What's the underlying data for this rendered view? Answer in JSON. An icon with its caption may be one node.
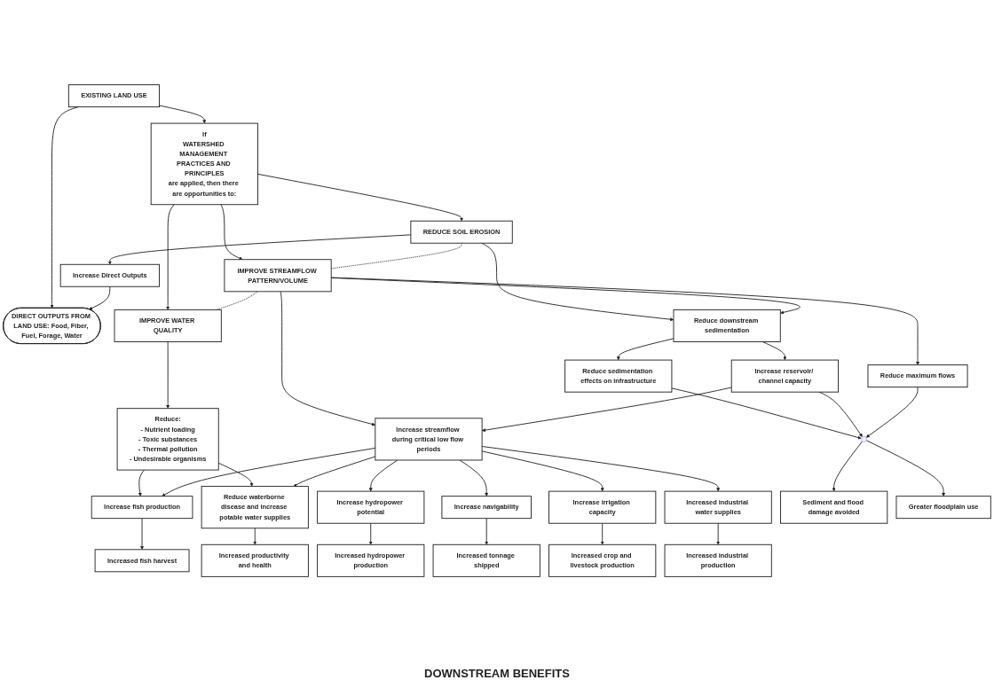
{
  "diagram": {
    "nodes": [
      {
        "text": [
          "DIRECT OUTPUTS FROM LAND USE: Food, Fiber, Fuel, Forage, Water"
        ]
      },
      {
        "text": [
          "EXISTING LAND USE"
        ]
      },
      {
        "text": [
          "If",
          "WATERSHED MANAGEMENT PRACTICES AND PRINCIPLES",
          "are applied, then there are opportunities to:"
        ]
      },
      {
        "text": [
          "Increase Direct Outputs"
        ]
      },
      {
        "text": [
          "REDUCE SOIL EROSION"
        ]
      },
      {
        "text": [
          "IMPROVE STREAMFLOW PATTERN/VOLUME"
        ]
      },
      {
        "text": [
          "IMPROVE WATER QUALITY"
        ]
      },
      {
        "text": [
          "Reduce downstream sedimentation"
        ]
      },
      {
        "text": [
          "Reduce:",
          "- Nutrient loading",
          "- Toxic substances",
          "- Thermal pollution",
          "- Undesirable organisms"
        ]
      },
      {
        "text": [
          "Reduce sedimentation effects on infrastructure"
        ]
      },
      {
        "text": [
          "Increase reservoir/ channel capacity"
        ]
      },
      {
        "text": [
          "Reduce maximum flows"
        ]
      },
      {
        "text": [
          "Increase streamflow during critical low flow periods"
        ]
      },
      {
        "text": [],
        "shape": "circle"
      },
      {
        "text": [
          "Increase hydropower potential"
        ]
      },
      {
        "text": [
          "Increase navigability"
        ]
      },
      {
        "text": [
          "Increase irrigation capacity"
        ]
      },
      {
        "text": [
          "Increased industrial water supplies"
        ]
      },
      {
        "text": [
          "Increase fish production"
        ]
      },
      {
        "text": [
          "Reduce waterborne disease and increase potable water supplies"
        ]
      },
      {
        "text": [
          "Sediment and flood damage avoided"
        ]
      },
      {
        "text": [
          "Greater floodplain use"
        ]
      },
      {
        "text": [
          "Increased hydropower production"
        ]
      },
      {
        "text": [
          "Increased tonnage shipped"
        ]
      },
      {
        "text": [
          "Increased crop and livestock production"
        ]
      },
      {
        "text": [
          "Increased industrial production"
        ]
      },
      {
        "text": [
          "Increased fish harvest"
        ]
      },
      {
        "text": [
          "Increased productivity and health"
        ]
      }
    ],
    "edges": [
      {
        "from": 1,
        "to": 0,
        "arrow": "to"
      },
      {
        "from": 1,
        "to": 2,
        "arrow": "to"
      },
      {
        "from": 2,
        "to": 4,
        "arrow": "to"
      },
      {
        "from": 2,
        "to": 5,
        "arrow": "to"
      },
      {
        "from": 2,
        "to": 6,
        "arrow": "to"
      },
      {
        "from": 4,
        "to": 3,
        "arrow": "to"
      },
      {
        "from": 3,
        "to": 0,
        "arrow": "to"
      },
      {
        "from": 4,
        "to": 5,
        "arrow": "none",
        "style": "dashed"
      },
      {
        "from": 5,
        "to": 6,
        "arrow": "none",
        "style": "dashed"
      },
      {
        "from": 4,
        "to": 7,
        "arrow": "to"
      },
      {
        "from": 5,
        "to": 7,
        "arrow": "to"
      },
      {
        "from": 5,
        "to": 11,
        "arrow": "to"
      },
      {
        "from": 5,
        "to": 12,
        "arrow": "to"
      },
      {
        "from": 6,
        "to": 8,
        "arrow": "to"
      },
      {
        "from": 7,
        "to": 9,
        "arrow": "to"
      },
      {
        "from": 7,
        "to": 10,
        "arrow": "to"
      },
      {
        "from": 9,
        "to": 13,
        "arrow": "to"
      },
      {
        "from": 10,
        "to": 13,
        "arrow": "to"
      },
      {
        "from": 11,
        "to": 13,
        "arrow": "to"
      },
      {
        "from": 10,
        "to": 12,
        "arrow": "to"
      },
      {
        "from": 13,
        "to": 20,
        "arrow": "to"
      },
      {
        "from": 13,
        "to": 21,
        "arrow": "to"
      },
      {
        "from": 12,
        "to": 14,
        "arrow": "to"
      },
      {
        "from": 12,
        "to": 15,
        "arrow": "to"
      },
      {
        "from": 12,
        "to": 16,
        "arrow": "to"
      },
      {
        "from": 12,
        "to": 17,
        "arrow": "to"
      },
      {
        "from": 8,
        "to": 18,
        "arrow": "to"
      },
      {
        "from": 8,
        "to": 19,
        "arrow": "to"
      },
      {
        "from": 12,
        "to": 18,
        "arrow": "to"
      },
      {
        "from": 12,
        "to": 19,
        "arrow": "to"
      },
      {
        "from": 14,
        "to": 22,
        "arrow": "to"
      },
      {
        "from": 15,
        "to": 23,
        "arrow": "to"
      },
      {
        "from": 16,
        "to": 24,
        "arrow": "to"
      },
      {
        "from": 17,
        "to": 25,
        "arrow": "to"
      },
      {
        "from": 18,
        "to": 26,
        "arrow": "to"
      },
      {
        "from": 19,
        "to": 27,
        "arrow": "to"
      }
    ],
    "labels": [
      "DOWNSTREAM BENEFITS"
    ]
  }
}
